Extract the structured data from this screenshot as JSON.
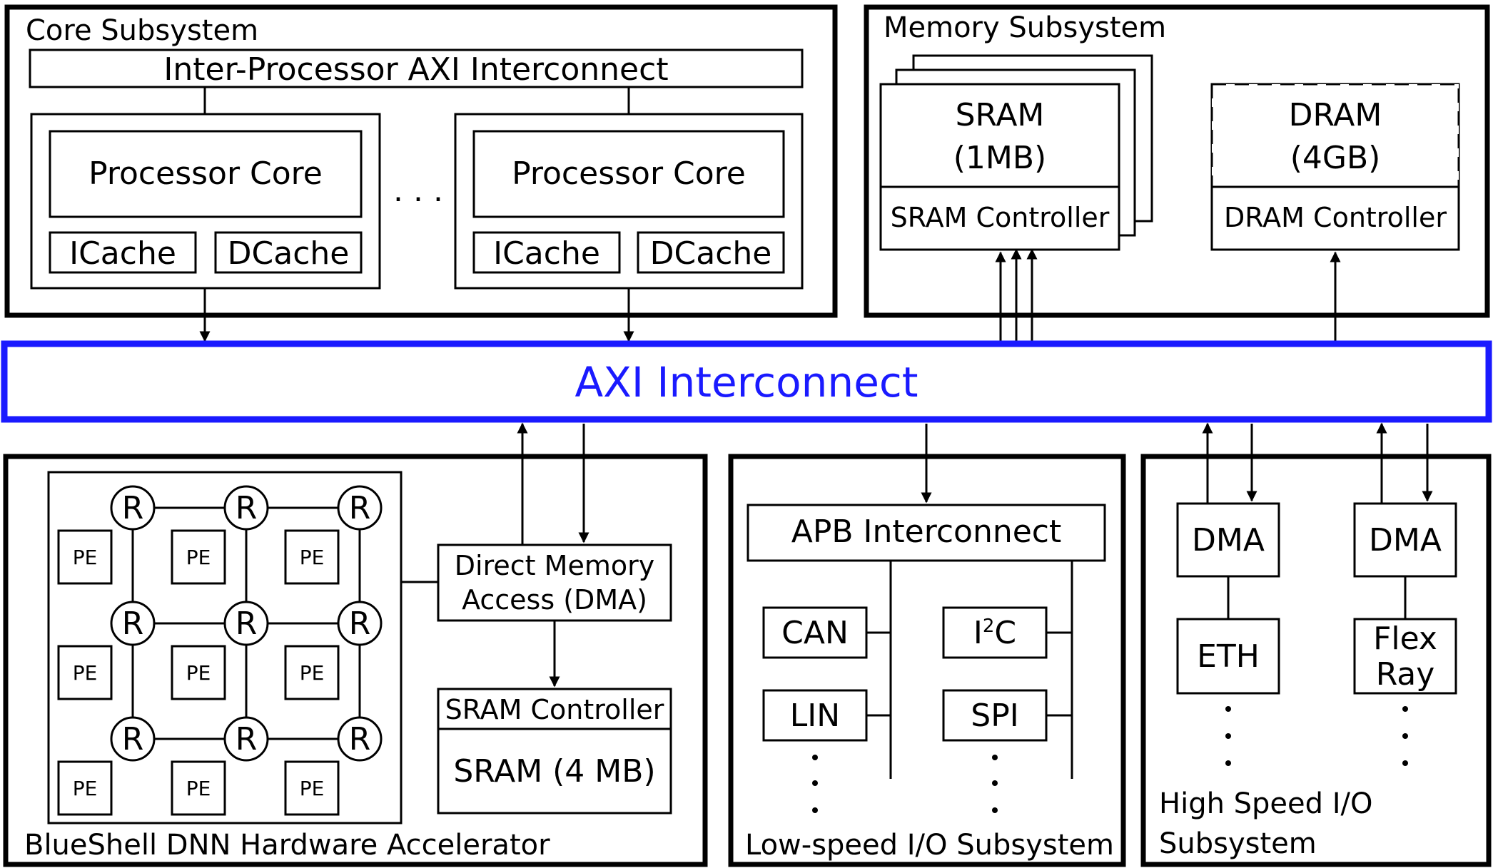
{
  "core": {
    "title": "Core Subsystem",
    "bus": "Inter-Processor AXI Interconnect",
    "processor": "Processor Core",
    "icache": "ICache",
    "dcache": "DCache",
    "ellipsis": ". . ."
  },
  "memory": {
    "title": "Memory Subsystem",
    "sram_line1": "SRAM",
    "sram_line2": "(1MB)",
    "sram_ctrl": "SRAM Controller",
    "dram_line1": "DRAM",
    "dram_line2": "(4GB)",
    "dram_ctrl": "DRAM Controller"
  },
  "axi": {
    "label": "AXI Interconnect",
    "color": "#1a1aff"
  },
  "accel": {
    "title": "BlueShell DNN Hardware Accelerator",
    "router": "R",
    "pe": "PE",
    "dma_line1": "Direct Memory",
    "dma_line2": "Access (DMA)",
    "sram_ctrl": "SRAM Controller",
    "sram": "SRAM (4 MB)"
  },
  "lowspeed": {
    "title": "Low-speed I/O Subsystem",
    "bus": "APB Interconnect",
    "can": "CAN",
    "i2c_pre": "I",
    "i2c_sup": "2",
    "i2c_post": "C",
    "lin": "LIN",
    "spi": "SPI"
  },
  "highspeed": {
    "title_line1": "High Speed I/O",
    "title_line2": "Subsystem",
    "dma": "DMA",
    "eth": "ETH",
    "flex_line1": "Flex",
    "flex_line2": "Ray"
  }
}
